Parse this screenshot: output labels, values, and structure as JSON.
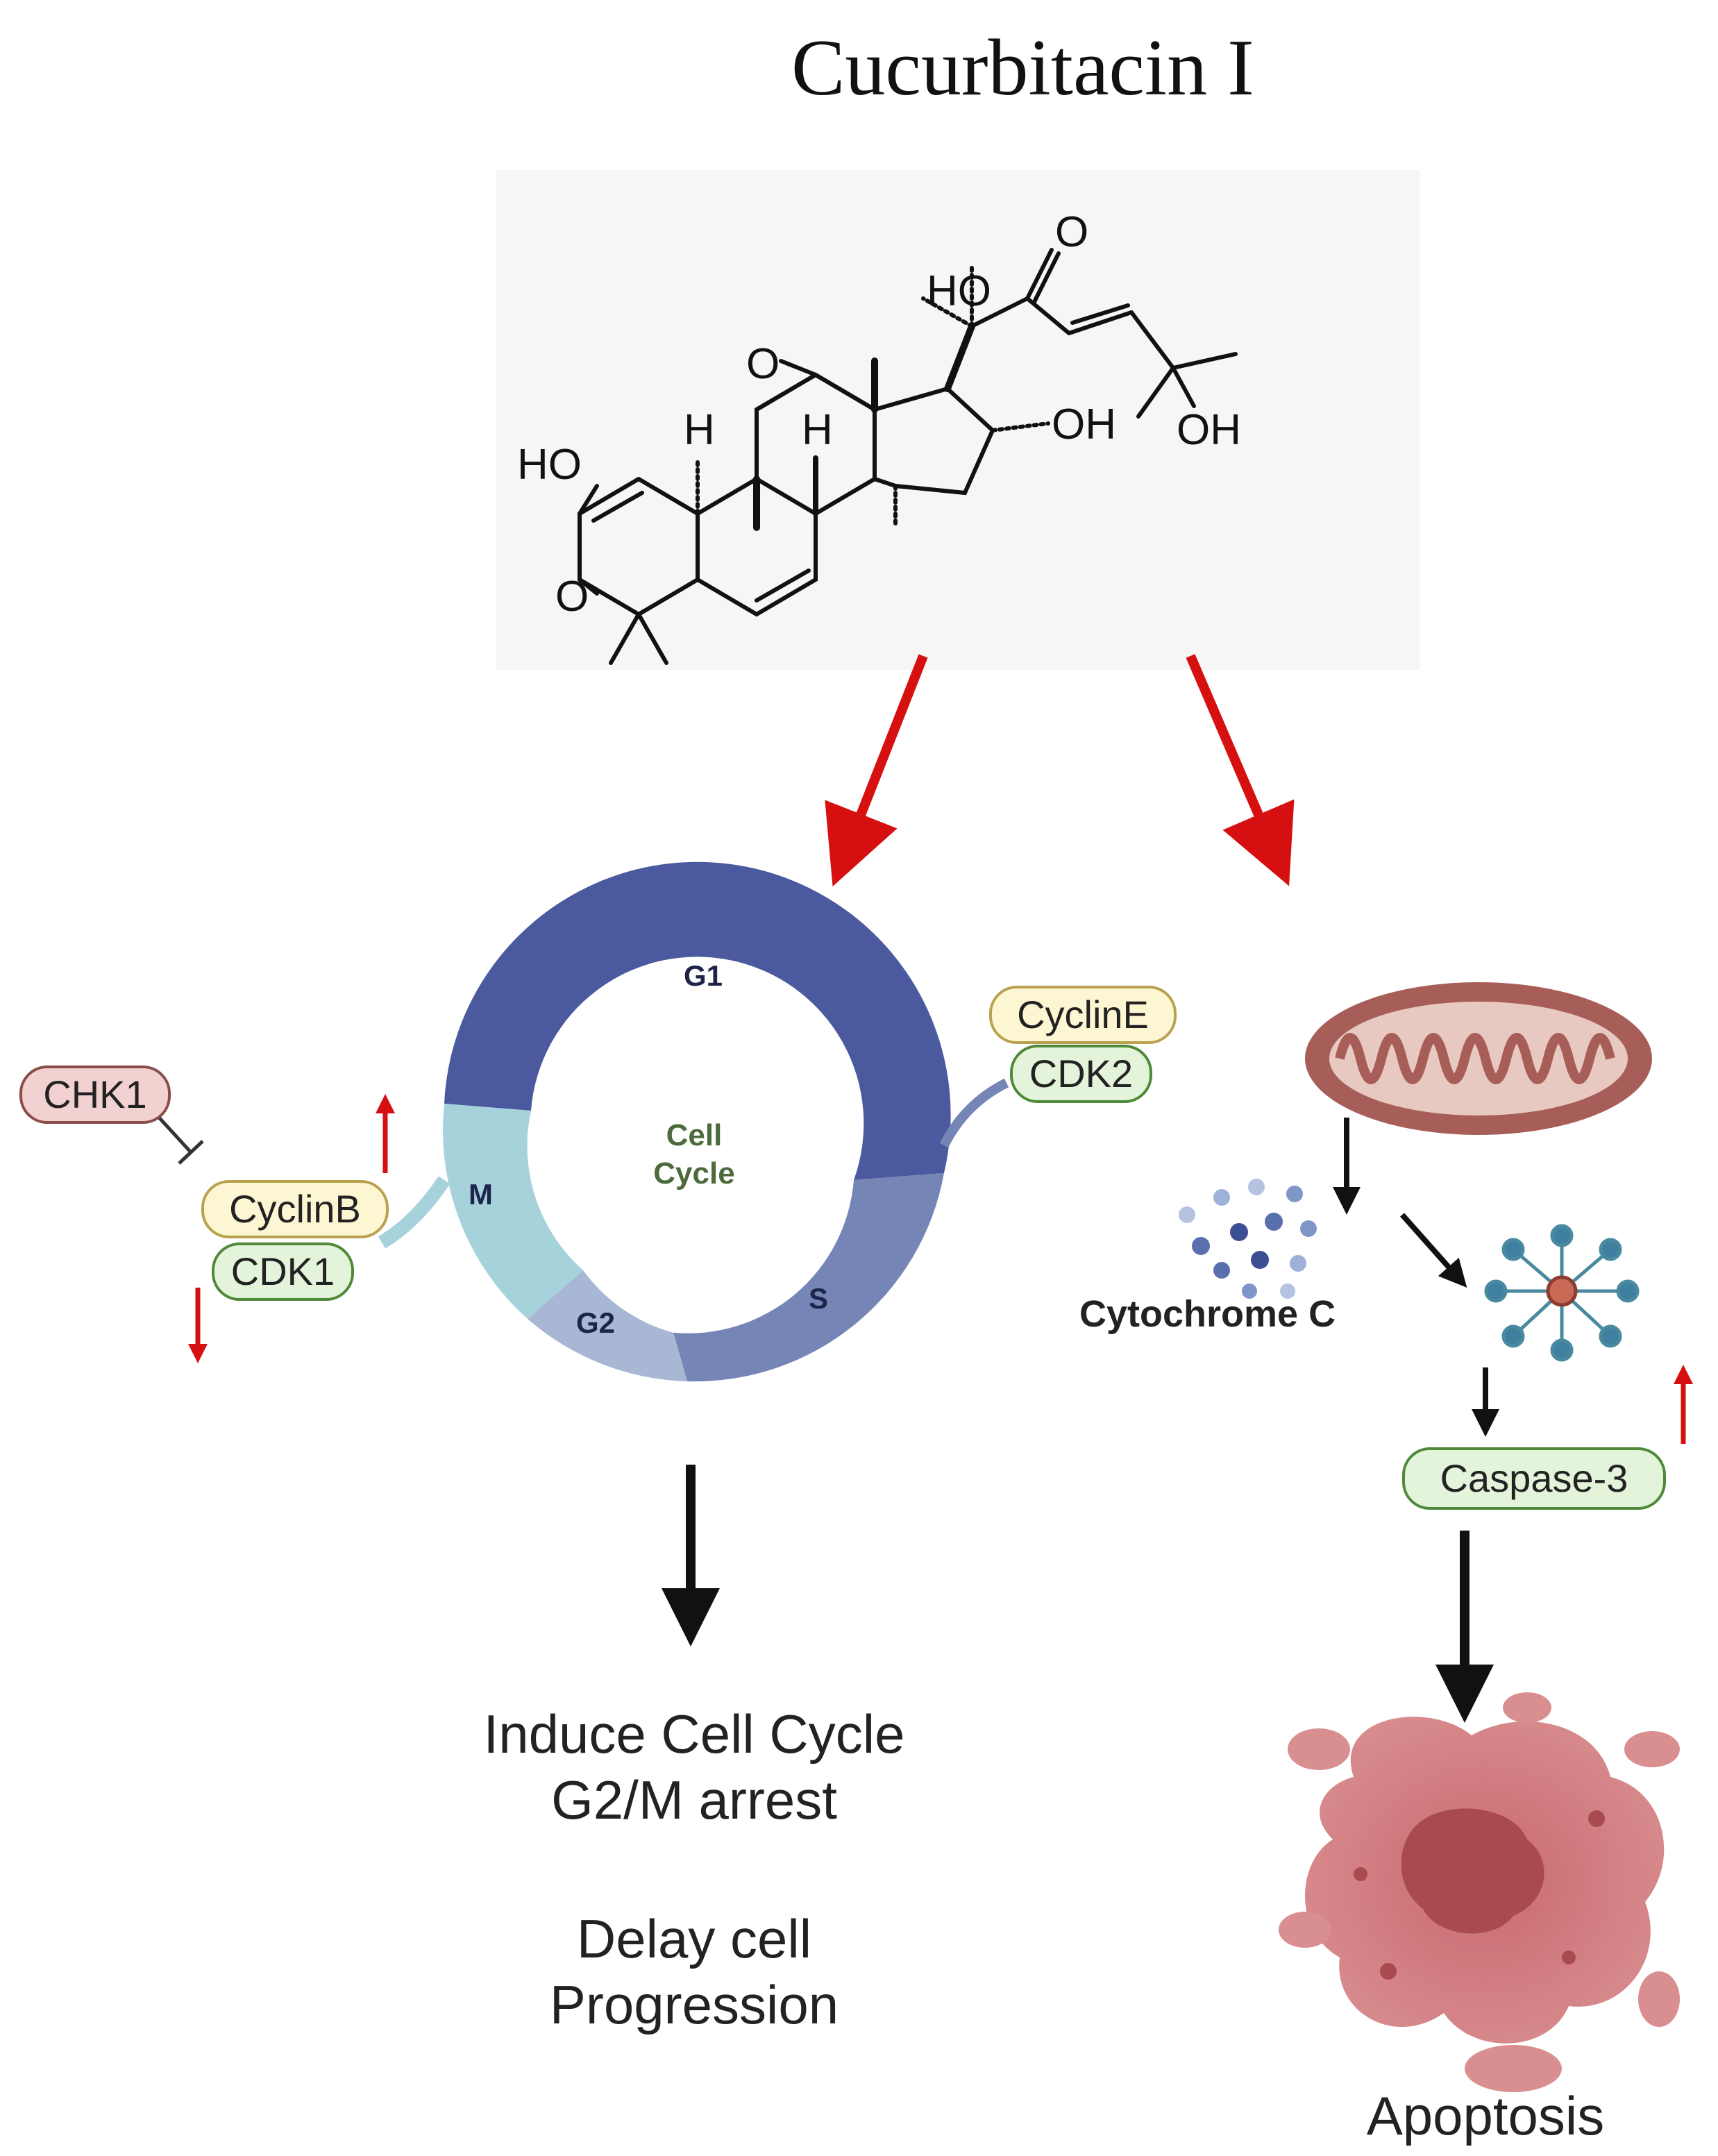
{
  "title": "Cucurbitacin I",
  "molecule": {
    "labels": [
      "HO",
      "O",
      "O",
      "H",
      "H",
      "OH",
      "HO",
      "O",
      "OH"
    ]
  },
  "cell_cycle": {
    "center_label_1": "Cell",
    "center_label_2": "Cycle",
    "phases": [
      "G1",
      "S",
      "G2",
      "M"
    ],
    "colors": {
      "g1": "#4b5a9e",
      "s": "#7585b6",
      "g2": "#a8b7d4",
      "m": "#a6d2dc"
    }
  },
  "markers": {
    "chk1": "CHK1",
    "cyclin_b": "CyclinB",
    "cdk1": "CDK1",
    "cyclin_e": "CyclinE",
    "cdk2": "CDK2",
    "caspase3": "Caspase-3",
    "cytochrome_c": "Cytochrome C"
  },
  "outcomes": {
    "left_line1": "Induce Cell Cycle",
    "left_line2": "G2/M arrest",
    "left_line3": "Delay cell",
    "left_line4": "Progression",
    "right": "Apoptosis"
  },
  "colors": {
    "red_arrow": "#d61010",
    "yellow_pill": "#fdf6d2",
    "green_pill": "#e4f4da",
    "pink_pill": "#f2d2d0"
  }
}
